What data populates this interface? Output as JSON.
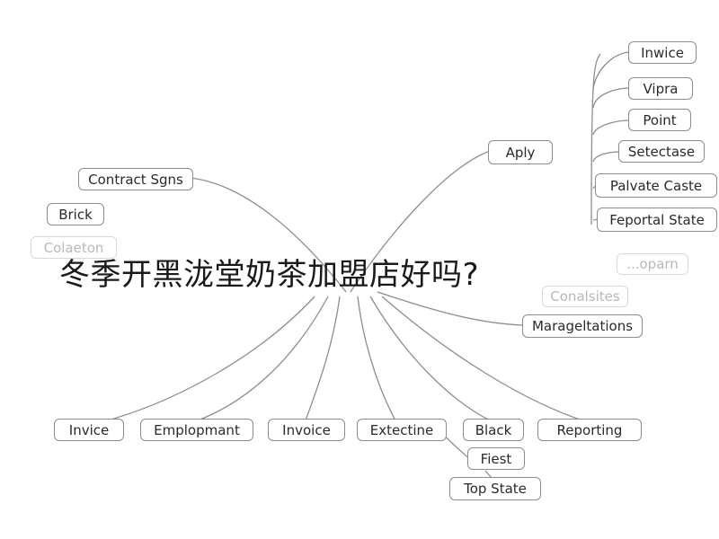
{
  "overlay_title": "冬季开黑泷堂奶茶加盟店好吗?",
  "nodes": {
    "contract_sgns": "Contract Sgns",
    "brick": "Brick",
    "colation": "Colaeton",
    "aply": "Aply",
    "inwice": "Inwice",
    "vipra": "Vipra",
    "point": "Point",
    "setectase": "Setectase",
    "palvate_caste": "Palvate Caste",
    "feportal_state": "Feportal State",
    "coparn": "...oparn",
    "conalsites": "Conalsites",
    "marageltations": "Marageltations",
    "invice": "Invice",
    "emplopmant": "Emplopmant",
    "invoice": "Invoice",
    "extectine": "Extectine",
    "black": "Black",
    "reporting": "Reporting",
    "fiest": "Fiest",
    "top_state": "Top State"
  }
}
